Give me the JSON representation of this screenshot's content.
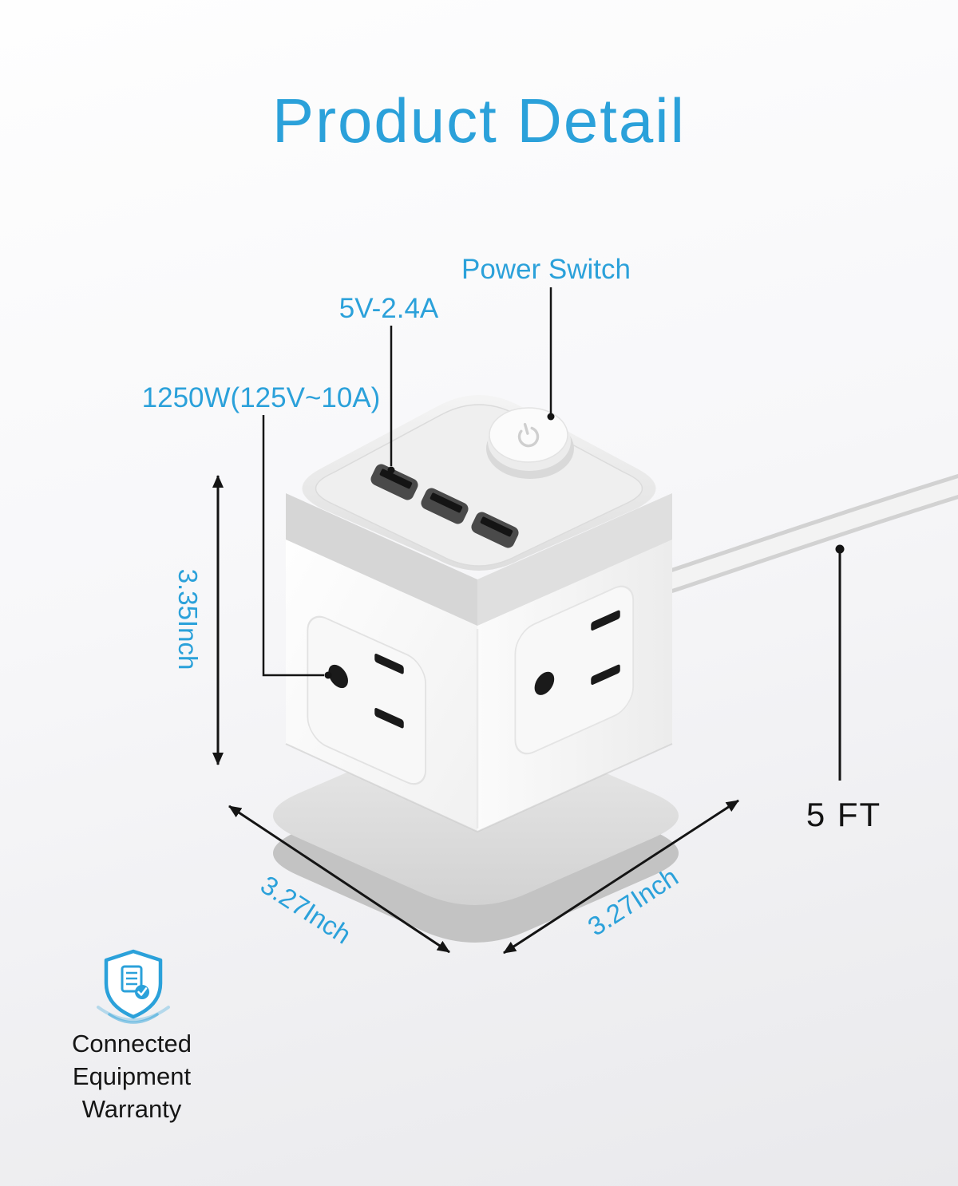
{
  "page": {
    "title": "Product Detail"
  },
  "callouts": {
    "power_switch": "Power Switch",
    "usb_output": "5V-2.4A",
    "outlet_rating": "1250W(125V~10A)"
  },
  "dimensions": {
    "height": "3.35Inch",
    "base_left": "3.27Inch",
    "base_right": "3.27Inch",
    "cord_length": "5 FT"
  },
  "warranty": {
    "line1": "Connected",
    "line2": "Equipment",
    "line3": "Warranty"
  },
  "colors": {
    "accent_blue": "#2BA1DA",
    "annotation_black": "#111111"
  }
}
